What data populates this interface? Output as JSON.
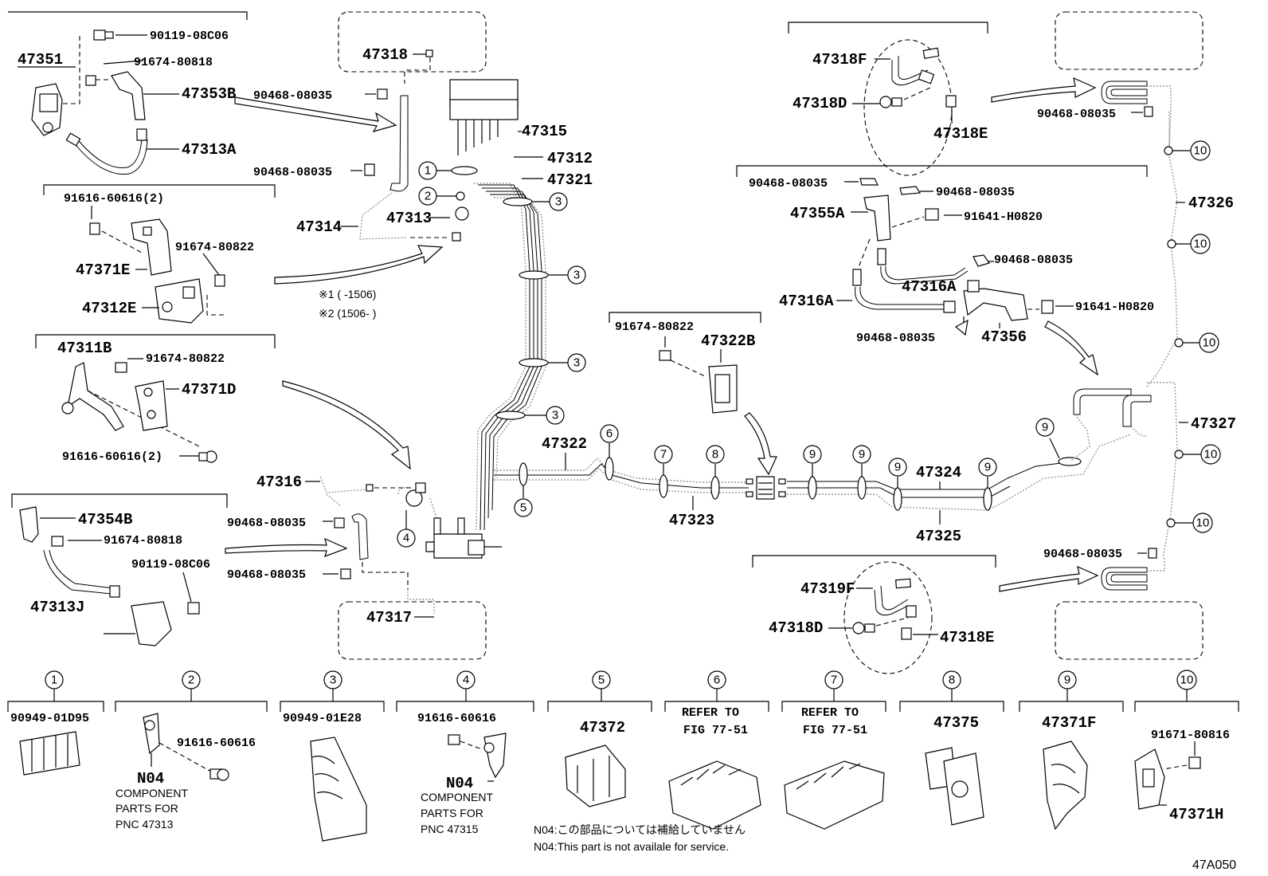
{
  "diagram_id": "47A050",
  "notes": {
    "note_jp": "N04:この部品については補給していません",
    "note_en": "N04:This part is not availale for service.",
    "series1": "※1 (      -1506)",
    "series2": "※2 (1506-      )"
  },
  "parts": {
    "p47351": "47351",
    "p90119_top": "90119-08C06",
    "p91674_80818_top": "91674-80818",
    "p47353B": "47353B",
    "p47313A": "47313A",
    "p91616_a": "91616-60616(2)",
    "p91674_80822_a": "91674-80822",
    "p47371E": "47371E",
    "p47312E": "47312E",
    "p47311B": "47311B",
    "p91674_80822_b": "91674-80822",
    "p47371D": "47371D",
    "p91616_b": "91616-60616(2)",
    "p47354B": "47354B",
    "p91674_80818_b": "91674-80818",
    "p90119_b": "90119-08C06",
    "p47313J": "47313J",
    "p47318": "47318",
    "p90468_a": "90468-08035",
    "p90468_b": "90468-08035",
    "p47314": "47314",
    "p47313": "47313",
    "p47315": "47315",
    "p47312": "47312",
    "p47321": "47321",
    "p47316": "47316",
    "p90468_c": "90468-08035",
    "p90468_d": "90468-08035",
    "p47317": "47317",
    "p47322": "47322",
    "p47323": "47323",
    "p91674_80822_c": "91674-80822",
    "p47322B": "47322B",
    "p47324": "47324",
    "p47325": "47325",
    "p47318F": "47318F",
    "p47318D_top": "47318D",
    "p47318E_top": "47318E",
    "p90468_e": "90468-08035",
    "p90468_f": "90468-08035",
    "p47355A": "47355A",
    "p91641_a": "91641-H0820",
    "p90468_g": "90468-08035",
    "p47316A_a": "47316A",
    "p47316A_b": "47316A",
    "p91641_b": "91641-H0820",
    "p90468_h": "90468-08035",
    "p47356": "47356",
    "p90468_i": "90468-08035",
    "p47326": "47326",
    "p47327": "47327",
    "p90468_j": "90468-08035",
    "p47319F": "47319F",
    "p47318D_bot": "47318D",
    "p47318E_bot": "47318E"
  },
  "callouts": [
    "1",
    "2",
    "3",
    "4",
    "5",
    "6",
    "7",
    "8",
    "9",
    "10"
  ],
  "legend": {
    "c1_part": "90949-01D95",
    "c2_part": "91616-60616",
    "c2_code": "N04",
    "c2_text1": "COMPONENT",
    "c2_text2": "PARTS FOR",
    "c2_text3": "PNC 47313",
    "c3_part": "90949-01E28",
    "c4_part": "91616-60616",
    "c4_code": "N04",
    "c4_text1": "COMPONENT",
    "c4_text2": "PARTS FOR",
    "c4_text3": "PNC 47315",
    "c5_part": "47372",
    "c6_ref1": "REFER TO",
    "c6_ref2": "FIG 77-51",
    "c7_ref1": "REFER TO",
    "c7_ref2": "FIG 77-51",
    "c8_part": "47375",
    "c9_part": "47371F",
    "c10_part1": "91671-80816",
    "c10_part2": "47371H"
  }
}
